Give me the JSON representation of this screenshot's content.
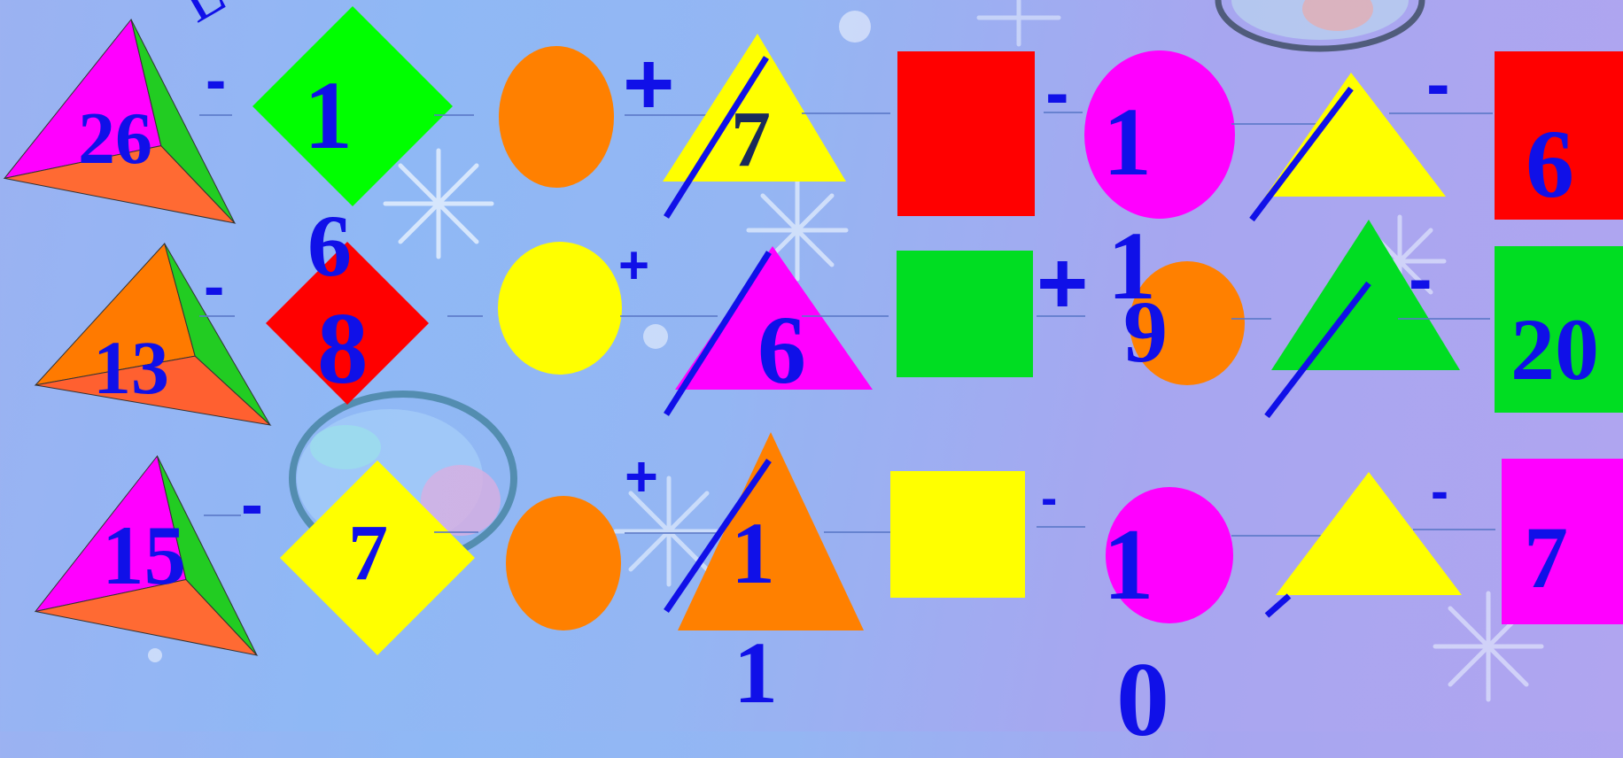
{
  "colors": {
    "text": "#1010e8",
    "green": "#00ff00",
    "green_dark": "#00dd22",
    "orange": "#ff8000",
    "yellow": "#ffff00",
    "red": "#ff0000",
    "magenta": "#ff00ff",
    "line": "#5a78c8"
  },
  "rows": [
    {
      "tetra_number": "26",
      "op1": "-",
      "diamond_number": "1",
      "op2": "+",
      "triangle_number": "7",
      "op3": "-",
      "circle_number": "1",
      "op4": "-",
      "square_number": "6",
      "below_diamond": "6",
      "below_circle": "1"
    },
    {
      "tetra_number": "13",
      "op1": "-",
      "diamond_number": "8",
      "op2": "+",
      "triangle_number": "6",
      "op3": "+",
      "circle_number": "9",
      "op4": "-",
      "square_number": "20"
    },
    {
      "tetra_number": "15",
      "op1": "-",
      "diamond_number": "7",
      "op2": "+",
      "triangle_number": "1",
      "op3": "-",
      "circle_number": "1",
      "op4": "-",
      "square_number": "7",
      "below_triangle": "1",
      "below_circle": "0"
    }
  ],
  "corner_text": "L"
}
